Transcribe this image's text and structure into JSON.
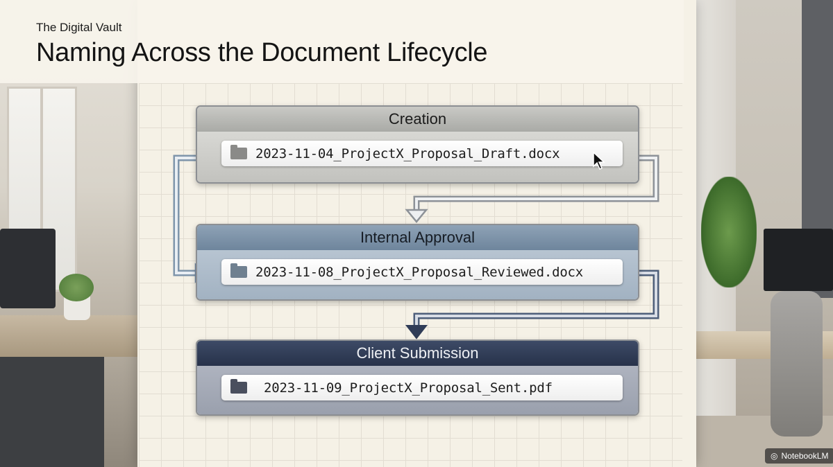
{
  "header": {
    "eyebrow": "The Digital Vault",
    "title": "Naming Across the Document Lifecycle"
  },
  "stages": [
    {
      "label": "Creation",
      "file": "2023-11-04_ProjectX_Proposal_Draft.docx",
      "color": "#a9aaa6"
    },
    {
      "label": "Internal Approval",
      "file": "2023-11-08_ProjectX_Proposal_Reviewed.docx",
      "color": "#6e859c"
    },
    {
      "label": "Client Submission",
      "file": "2023-11-09_ProjectX_Proposal_Sent.pdf",
      "color": "#27324a"
    }
  ],
  "icons": {
    "file": "folder-icon",
    "cursor": "mouse-pointer-icon",
    "brand": "notebooklm-logo-icon"
  },
  "watermark": "NotebookLM"
}
